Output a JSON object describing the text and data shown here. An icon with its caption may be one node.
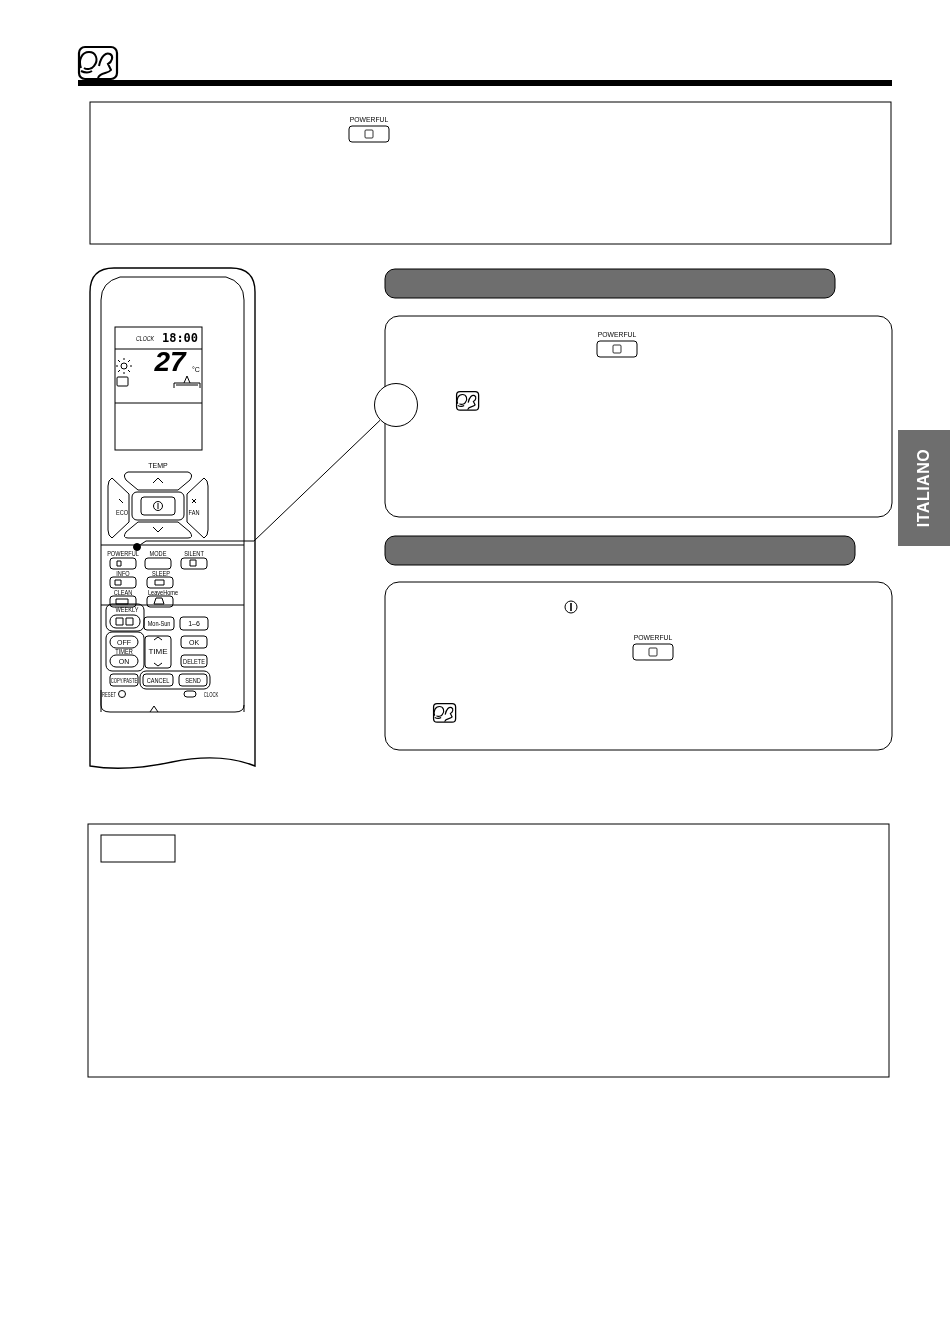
{
  "diagram": {
    "nodes": [
      {
        "text": [],
        "shape": "circle"
      },
      {
        "text": [],
        "shape": "circle"
      }
    ],
    "edges": [
      {
        "from": 1,
        "to": 0,
        "arrow": "none"
      }
    ],
    "labels": [
      "POWERFUL",
      "CLOCK",
      "18:00",
      "27",
      "°C",
      "TEMP",
      "ECO",
      "FAN",
      "POWERFUL",
      "MODE",
      "SILENT",
      "INFO",
      "SLEEP",
      "CLEAN",
      "LeaveHome",
      "WEEKLY",
      "Mon-Sun",
      "1–6",
      "OFF",
      "TIMER",
      "ON",
      "TIME",
      "OK",
      "DELETE",
      "COPY/PASTE",
      "CANCEL",
      "SEND",
      "RESET",
      "CLOCK",
      "POWERFUL",
      "ITALIANO",
      "POWERFUL"
    ]
  }
}
